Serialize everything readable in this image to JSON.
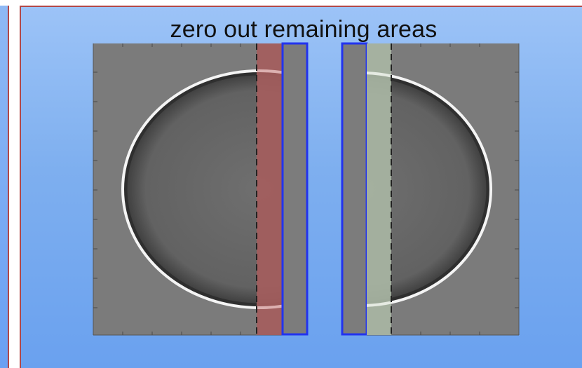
{
  "title": "zero out remaining areas",
  "colors": {
    "panel_background": "#7eafef",
    "panel_border": "#b24848",
    "image_background": "#7a7a7a",
    "red_overlay": "#a85a5a",
    "green_overlay": "#a9b6a4",
    "blue_outline": "#2233ee",
    "dashed_line": "#222222"
  },
  "illustration": {
    "description_icons": [
      "circle-ring-left-half",
      "circle-ring-right-half"
    ]
  }
}
